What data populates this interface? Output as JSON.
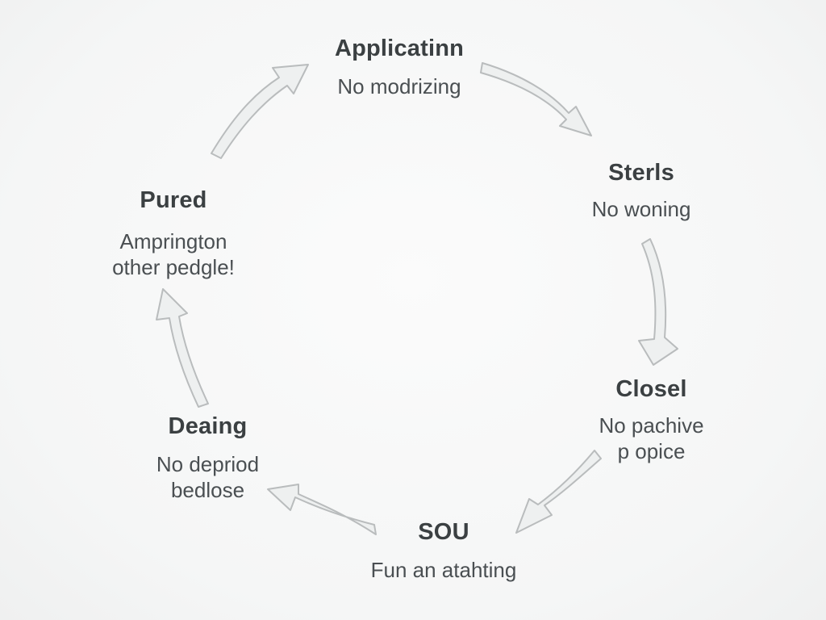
{
  "diagram": {
    "stages": [
      {
        "id": "top",
        "title": "Applicatinn",
        "lines": [
          "No modrizing"
        ]
      },
      {
        "id": "right",
        "title": "Sterls",
        "lines": [
          "No woning"
        ]
      },
      {
        "id": "right2",
        "title": "Closel",
        "lines": [
          "No pachive",
          "p opice"
        ]
      },
      {
        "id": "bottom",
        "title": "SOU",
        "lines": [
          "Fun an atahting"
        ]
      },
      {
        "id": "left2",
        "title": "Deaing",
        "lines": [
          "No depriod",
          "bedlose"
        ]
      },
      {
        "id": "left",
        "title": "Pured",
        "lines": [
          "Amprington",
          "other pedgle!"
        ]
      }
    ],
    "colors": {
      "arrow_fill": "#eef0f0",
      "arrow_stroke": "#b9bcbd",
      "text": "#3f4446",
      "background": "#f7f8f8"
    }
  }
}
